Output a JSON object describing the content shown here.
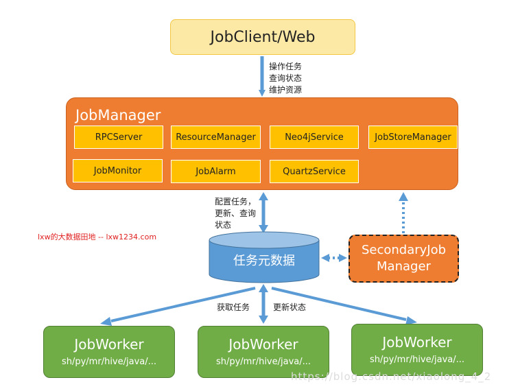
{
  "client": {
    "label": "JobClient/Web"
  },
  "notes": {
    "client_to_manager": "操作任务\n查询状态\n维护资源",
    "manager_to_db": "配置任务，\n更新、查询\n状态",
    "fetch_task": "获取任务",
    "update_status": "更新状态"
  },
  "manager": {
    "title": "JobManager",
    "services": [
      "RPCServer",
      "ResourceManager",
      "Neo4jService",
      "JobStoreManager",
      "JobMonitor",
      "JobAlarm",
      "QuartzService"
    ]
  },
  "database": {
    "label": "任务元数据"
  },
  "secondary": {
    "line1": "SecondaryJob",
    "line2": "Manager"
  },
  "workers": [
    {
      "title": "JobWorker",
      "subtitle": "sh/py/mr/hive/java/..."
    },
    {
      "title": "JobWorker",
      "subtitle": "sh/py/mr/hive/java/..."
    },
    {
      "title": "JobWorker",
      "subtitle": "sh/py/mr/hive/java/..."
    }
  ],
  "watermarks": {
    "blog": "lxw的大数据田地 -- lxw1234.com",
    "url": "https://blog.csdn.net/xiaolong_4_2"
  },
  "colors": {
    "arrow": "#5b9bd5",
    "client_fill": "#fde9a6",
    "manager_fill": "#ee7d31",
    "service_fill": "#ffc000",
    "database_fill": "#5b9bd5",
    "worker_fill": "#70ad47"
  }
}
